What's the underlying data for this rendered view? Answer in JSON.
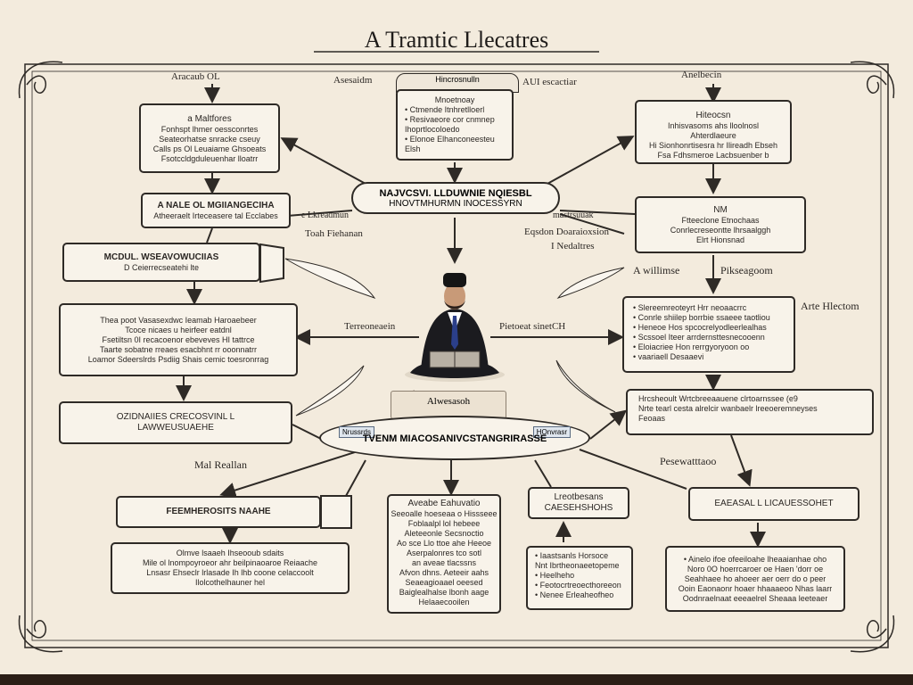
{
  "title": "A Tramtic Llecatres",
  "center": {
    "line1": "NAJVCSVI. LLDUWNIE NQIESBL",
    "line2": "HNOVTMHURMN INOCESSYRN"
  },
  "ellipse": {
    "text": "TVENM MIACOSANIVCSTANGRIRASSE",
    "badge_left": "Nrussrds",
    "badge_right": "HOnvrasr"
  },
  "banner_label": "Alwesasoh",
  "bookmark_label": "Hincrosnulln",
  "labels": {
    "top_left": "Aracaub OL",
    "top_center_left": "Asesaidm",
    "top_center_right": "AUI escactiar",
    "top_right": "Anelbecin",
    "mid_left_a": "e Lkreadmun",
    "mid_left_b": "Toah Fiehanan",
    "mid_right_a": "mastrsuuak",
    "mid_right_b": "Eqsdon Doaraioxsion",
    "mid_right_c": "I Nedaltres",
    "awil": "A willimse",
    "pikseagom": "Pikseagoom",
    "arte": "Arte Hlectom",
    "left_arrow": "Terreoneaein",
    "right_arrow": "Pietoeat sinetCH",
    "mll": "Mal Reallan",
    "pese": "Pesewatttaoo"
  },
  "boxes": {
    "tl": {
      "title": "a Maltfores",
      "lines": [
        "Fonhspt lhmer oessconrtes",
        "Seateorhatse snracke cseuy",
        "Calls ps Ol Leuaiame Ghsoeats",
        "Fsotccldgduleuenhar lloatrr"
      ]
    },
    "tc": {
      "title": "Mnoetnoay",
      "lines": [
        "• Ctmende Itnhretlloerl",
        "• Resivaeore cor cnmnep",
        "Ihoprtlocoloedo",
        "• Elonoe Elhanconeesteu",
        "Elsh"
      ]
    },
    "tr": {
      "title": "Hiteocsn",
      "lines": [
        "Inhisvasoms ahs lloolnosl",
        "Ahterdlaeure",
        "Hi Sionhonrtisesra hr Ilireadh Ebseh",
        "Fsa Fdhsmeroe Lacbsuenber b"
      ]
    },
    "l2": {
      "title": "A NALE OL MGIIANGECIHA",
      "lines": [
        "Atheeraelt  Irteceasere tal Ecclabes"
      ]
    },
    "r2": {
      "title": "NM",
      "lines": [
        "Ftteeclone Etnochaas",
        "Conrlecreseontte lhrsaalggh",
        "Elrt Hionsnad"
      ]
    },
    "l3": {
      "title": "MCDUL. WSEAVOWUCIIAS",
      "lines": [
        "D Ceierrecseatehi lte"
      ]
    },
    "l4": {
      "lines": [
        "Thea poot  Vasasexdwc Ieamab Haroaebeer",
        "Tcoce nicaes u heirfeer eatdnl",
        "Fsetiltsn 0I recacoenor ebeveves HI tattrce",
        "Taarte sobatne rreaes esacbhnt rr ooonnatrr",
        "Loamor Sdeerslrds Psdiig Shais  cemic toesronrrag"
      ]
    },
    "r4": {
      "lines": [
        "• Slereemreoteyrt  Hrr neoaacrrc",
        "• Conrle shiilep borrbie ssaeee taotliou",
        "• Heneoe Hos  spcocrelyodleerlealhas",
        "• Scssoel Iteer arrdernsttesnecooenn",
        "• Eloiacriee Hon  rerrgyoryoon oo",
        "• vaariaell Desaaevi"
      ]
    },
    "l5": {
      "title": "OZIDNAIIES CRECOSVINL L",
      "lines": [
        "LAWWEUSUAEHE"
      ]
    },
    "r5": {
      "lines": [
        "Hrcsheoult  Wrtcbreeaauene clrtoarnssee (e9",
        "Nrte  tearl cesta alrelcir wanbaelr lreeoeremneyses",
        "Feoaas"
      ]
    },
    "b1": {
      "title": "FEEMHEROSITS NAAHE",
      "lines": []
    },
    "b1d": {
      "lines": [
        "Olmve lsaaeh Ihseooub sdaits",
        "Mile ol lnompoyroeor ahr  beilpinaoaroe  Reiaache",
        "Lnsasr Ehseclr lrlasade  Ih lhb  coone celaccoolt",
        "Ilolcothelhauner  hel"
      ]
    },
    "b2": {
      "title": "Aveabe Eahuvatio",
      "lines": [
        "Seeoalle hoeseaa o Hissseee",
        "Foblaalpl lol hebeee",
        "Aleteeonle Secsnoctio",
        "Ao sce Llo ttoe ahe  Heeoe",
        "Aserpalonres  tco sotl",
        "an aveae tlacssns",
        "Afvon dhns. Aeteeir  aahs",
        "Seaeagioaael  oeesed",
        "Baiglealhalse  lbonh aage",
        "Helaaecooilen"
      ]
    },
    "b3": {
      "title": "Lreotbesans",
      "lines": [
        "CAESEHSHOHS"
      ]
    },
    "b3d": {
      "lines": [
        "• Iaastsanls Horsoce",
        "Nnt  Ibrtheonaeetopeme",
        "• Heelheho",
        "• Feotocrtreoecthoreeon",
        "• Nenee Erleaheofheo"
      ]
    },
    "b4": {
      "title": "EAEASAL L LICAUESSOHET",
      "lines": []
    },
    "b4d": {
      "lines": [
        "• Ainelo  ifoe  ofeeiloahe  lheaaianhae oho",
        "Noro 0O hoerrcaroer  oe  Haen  'dorr  oe",
        "Seahhaee  ho  ahoeer  aer  oerr  do  o  peer",
        "Ooin  Eaonaonr  hoaer  hhaaaeoo  Nhas  laarr",
        "Oodnraelnaat  eeeaelrel  Sheaaa  leeteaer"
      ]
    }
  },
  "colors": {
    "paper": "#f3ebdd",
    "ink": "#2e2a26",
    "box_fill": "#f8f3ea",
    "suit": "#1b1b1f",
    "tie": "#2b3f8a",
    "book": "#b8b0a4"
  }
}
